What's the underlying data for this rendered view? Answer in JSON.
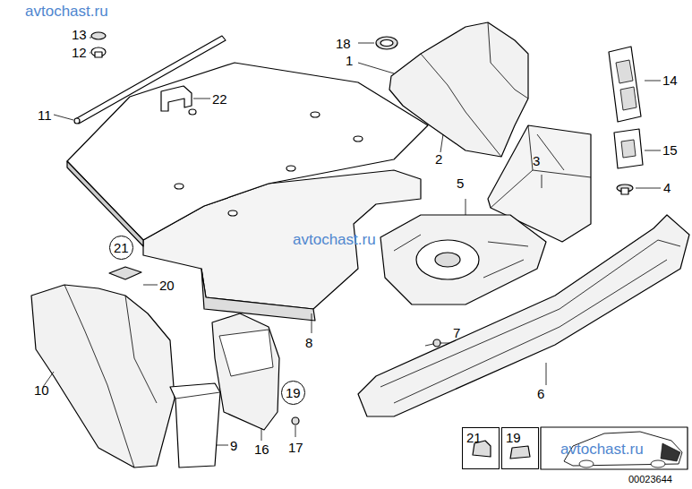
{
  "diagram": {
    "nodes": [
      {
        "text": [
          "21"
        ]
      },
      {
        "text": [
          "19"
        ]
      },
      {
        "text": [
          "21"
        ]
      },
      {
        "text": [
          "19"
        ]
      }
    ],
    "edges": [],
    "labels": [
      "avtochast.ru",
      "avtochast.ru",
      "avtochast.ru",
      "13",
      "12",
      "11",
      "22",
      "18",
      "1",
      "2",
      "14",
      "15",
      "3",
      "4",
      "5",
      "20",
      "8",
      "7",
      "6",
      "10",
      "9",
      "16",
      "17",
      "00023644"
    ]
  }
}
